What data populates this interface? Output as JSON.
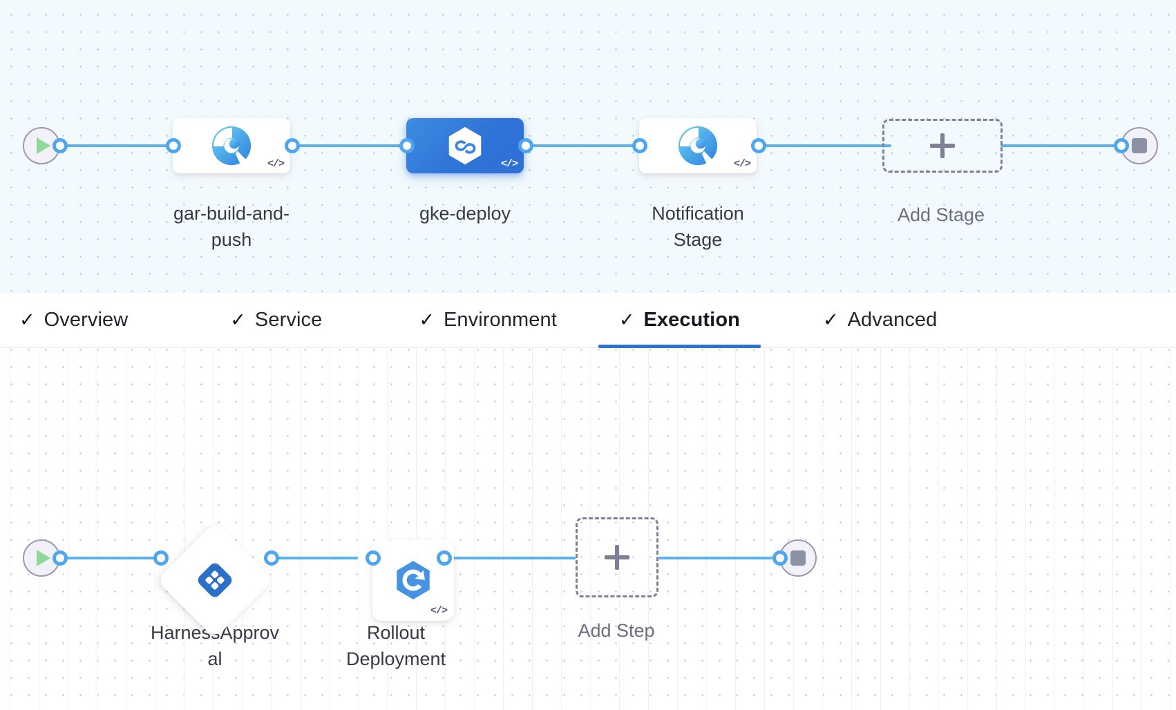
{
  "stage_canvas": {
    "start_node": {
      "icon": "play-icon"
    },
    "end_node": {
      "icon": "stop-icon"
    },
    "stages": [
      {
        "name": "gar-build-and-push",
        "label": "gar-build-and-\npush",
        "icon": "harness-ci-build-icon",
        "badge": "</>",
        "selected": false
      },
      {
        "name": "gke-deploy",
        "label": "gke-deploy",
        "icon": "harness-cd-deploy-icon",
        "badge": "</>",
        "selected": true
      },
      {
        "name": "notification-stage",
        "label": "Notification\nStage",
        "icon": "harness-ci-build-icon",
        "badge": "</>",
        "selected": false
      }
    ],
    "add_stage": {
      "label": "Add Stage",
      "icon": "plus-icon"
    }
  },
  "tabs": {
    "check_glyph": "✓",
    "items": [
      {
        "label": "Overview",
        "checked": true,
        "active": false
      },
      {
        "label": "Service",
        "checked": true,
        "active": false
      },
      {
        "label": "Environment",
        "checked": true,
        "active": false
      },
      {
        "label": "Execution",
        "checked": true,
        "active": true
      },
      {
        "label": "Advanced",
        "checked": true,
        "active": false
      }
    ],
    "active_underline_color": "#2b72d0"
  },
  "execution_canvas": {
    "start_node": {
      "icon": "play-icon"
    },
    "end_node": {
      "icon": "stop-icon"
    },
    "steps": [
      {
        "name": "harness-approval",
        "label": "HarnessApprov\nal",
        "icon": "harness-approval-icon",
        "shape": "diamond"
      },
      {
        "name": "rollout-deployment",
        "label": "Rollout\nDeployment",
        "icon": "kubernetes-rollout-icon",
        "badge": "</>",
        "shape": "rounded-square"
      }
    ],
    "add_step": {
      "label": "Add Step",
      "icon": "plus-icon"
    }
  },
  "colors": {
    "accent_blue": "#4da6ef",
    "selected_stage_blue": "#2f74d8",
    "tab_active": "#2b72d0",
    "stage_canvas_bg": "#f3fafd",
    "exec_canvas_bg": "#ffffff",
    "terminal_border": "#9b98ad",
    "play_green": "#8ed99a",
    "stop_gray": "#8d91a6"
  }
}
